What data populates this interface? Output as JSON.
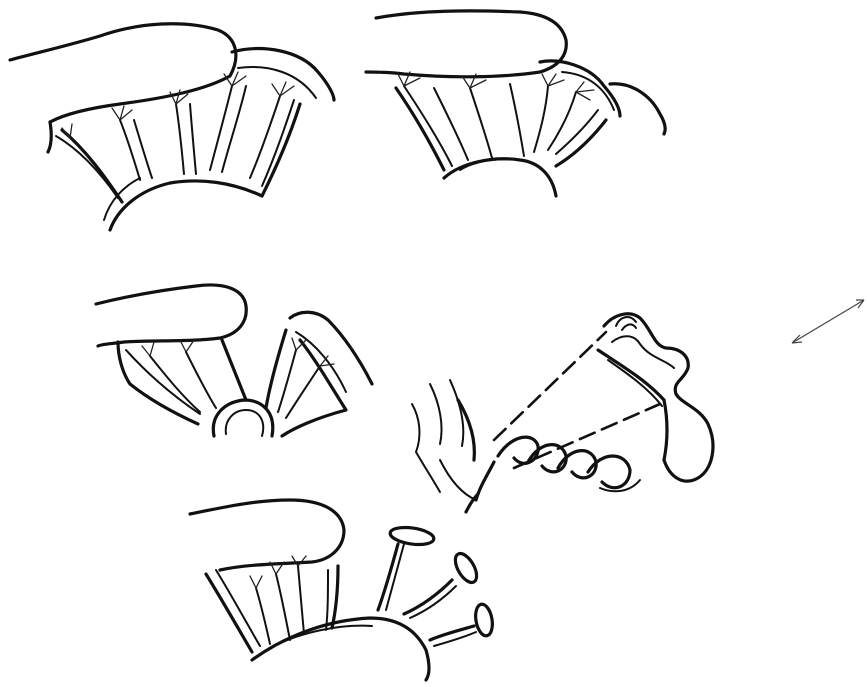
{
  "figure": {
    "background": "#ffffff",
    "ink_color": "#111111",
    "panels": [
      {
        "id": "panel-1",
        "description_icon": "undisturbed-gill-tufts-icon"
      },
      {
        "id": "panel-2",
        "description_icon": "bent-gill-tufts-icon"
      },
      {
        "id": "panel-3",
        "description_icon": "split-gill-tufts-icon"
      },
      {
        "id": "panel-4",
        "description_icon": "detached-stalks-icon"
      },
      {
        "id": "panel-5",
        "description_icon": "coiled-tube-detail-icon"
      }
    ],
    "orientation_indicator": "double-headed-arrow-icon"
  }
}
